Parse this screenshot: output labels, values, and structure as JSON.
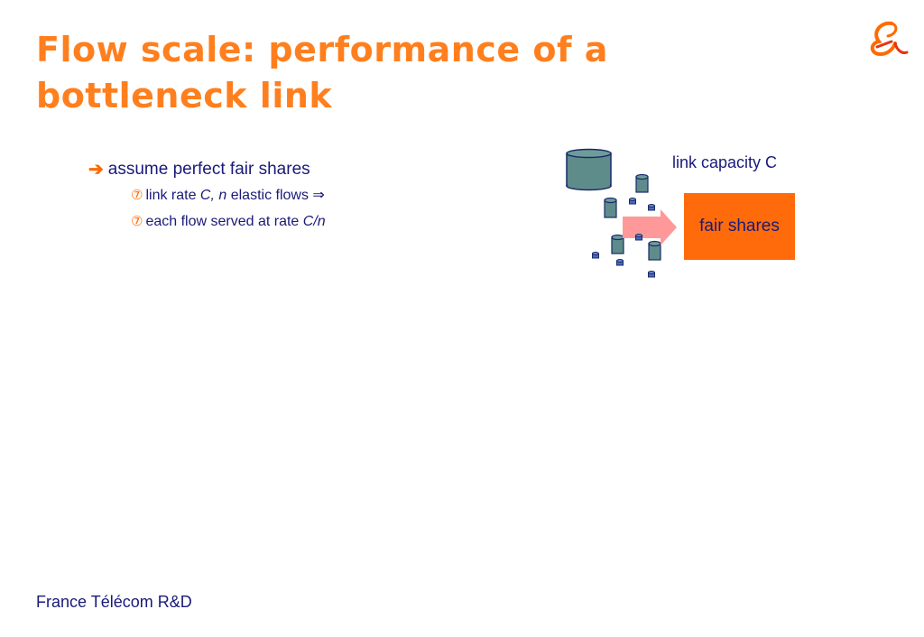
{
  "slide": {
    "title": "Flow scale: performance of a bottleneck link",
    "bullets": {
      "main": "assume perfect fair shares",
      "sub1": {
        "prefix": "link rate ",
        "italic": "C, n",
        "suffix": " elastic flows ⇒"
      },
      "sub2": {
        "prefix": "each flow served at rate ",
        "italic": "C/n"
      }
    },
    "diagram": {
      "capacity_label": "link capacity C",
      "fair_shares_label": "fair shares"
    },
    "footer": "France Télécom R&D",
    "logo": "France Télécom logo"
  },
  "icons": {
    "main_bullet": "arrow-bullet-icon",
    "sub_bullet": "circled-seven-bullet-icon"
  },
  "colors": {
    "title": "#ff7f1e",
    "text": "#1a1a7a",
    "bullet_accent": "#ff6a00",
    "fair_box": "#ff6b0b",
    "arrow": "#ff9999",
    "cylinder_fill": "#5e8c8a",
    "cylinder_stroke": "#1a2a6a",
    "small_cylinder_fill": "#4a6bb5"
  }
}
